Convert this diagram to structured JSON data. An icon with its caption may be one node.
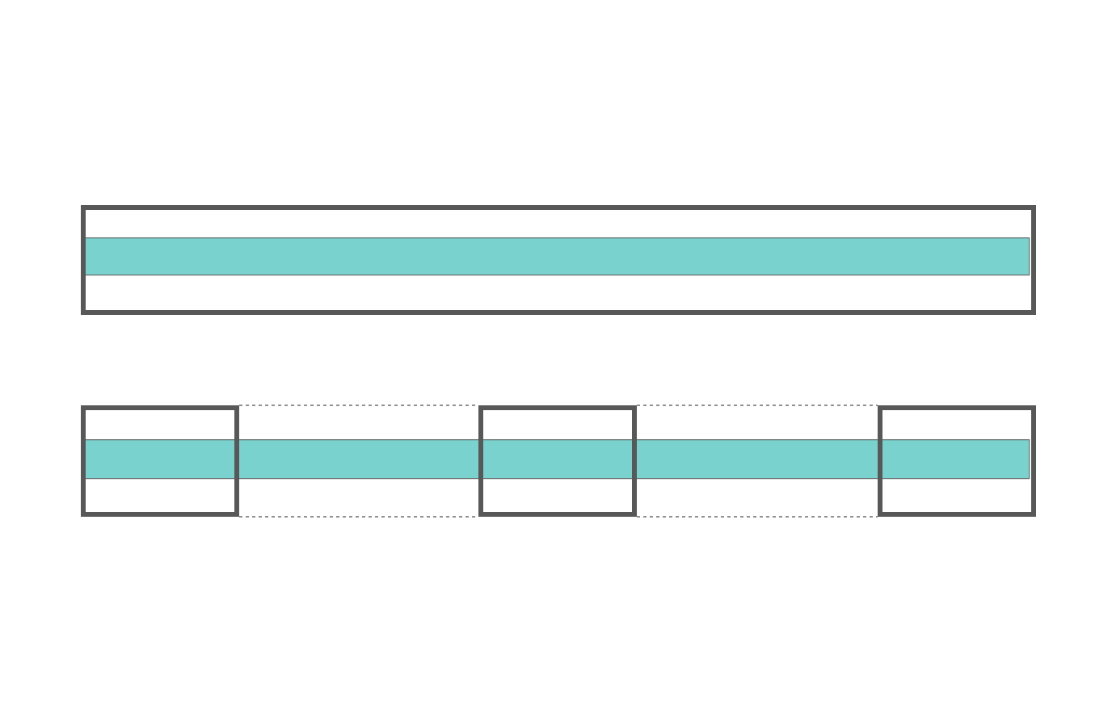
{
  "diagram": {
    "nodes": [
      {
        "text": [],
        "shape": "box"
      },
      {
        "text": [],
        "shape": "bar",
        "in": 0
      },
      {
        "text": [],
        "shape": "box"
      },
      {
        "text": [],
        "shape": "box"
      },
      {
        "text": [],
        "shape": "box"
      },
      {
        "text": [],
        "shape": "bar"
      }
    ],
    "edges": [
      {
        "from": 2,
        "to": 3,
        "arrow": "none",
        "style": "dashed"
      },
      {
        "from": 2,
        "to": 3,
        "arrow": "none",
        "style": "dashed"
      },
      {
        "from": 3,
        "to": 4,
        "arrow": "none",
        "style": "dashed"
      },
      {
        "from": 3,
        "to": 4,
        "arrow": "none",
        "style": "dashed"
      }
    ]
  }
}
